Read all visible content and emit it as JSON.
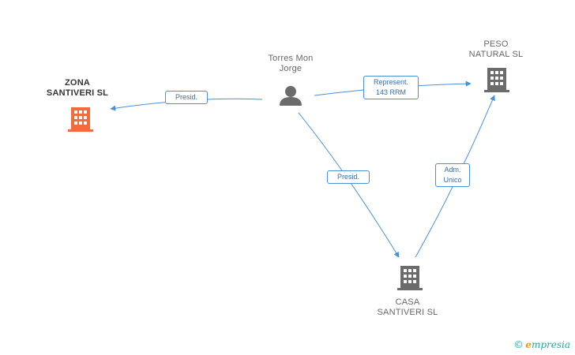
{
  "nodes": {
    "torres": {
      "lines": [
        "Torres Mon",
        "Jorge"
      ],
      "icon": "person-icon"
    },
    "zona": {
      "lines": [
        "ZONA",
        "SANTIVERI SL"
      ],
      "icon": "building-icon",
      "color": "#f26b3a"
    },
    "peso": {
      "lines": [
        "PESO",
        "NATURAL SL"
      ],
      "icon": "building-icon"
    },
    "casa": {
      "lines": [
        "CASA",
        "SANTIVERI SL"
      ],
      "icon": "building-icon"
    }
  },
  "edges": {
    "torres_zona": {
      "lines": [
        "Presid."
      ]
    },
    "torres_peso": {
      "lines": [
        "Represent.",
        "143 RRM"
      ]
    },
    "torres_casa": {
      "lines": [
        "Presid."
      ]
    },
    "casa_peso": {
      "lines": [
        "Adm.",
        "Unico"
      ]
    }
  },
  "colors": {
    "edge": "#4a90d9",
    "icon_gray": "#6b6b6b",
    "icon_main": "#f26b3a"
  },
  "watermark": {
    "copyright": "©",
    "brand_initial": "e",
    "brand_rest": "mpresia"
  }
}
